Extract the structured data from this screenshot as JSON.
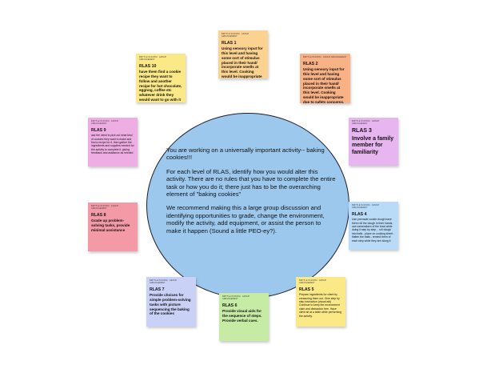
{
  "center": {
    "paragraphs": [
      "You are working on a universally important activity-- baking cookies!!!",
      "For each level of RLAS, identify how you would alter this activity. There are no rules that you have to complete the entire task or how you do it; there just has to be the overarching element of \"baking cookies\"",
      "We recommend making this a large group discussion and identifying opportunities to grade, change the environment, modify the activity, add equipment, or assist the person to make it happen (Sound a little PEO-ey?)."
    ]
  },
  "notes": [
    {
      "id": "rlas1",
      "author": "BRITTLE IN ROOM · GROUP ARRANGEMENT",
      "title": "RLAS 1",
      "body": "Using sensory input for this level and having some sort of stimulus placed in their hand/ incorporate smells at this level. Cooking would be inappropriate due to safety concerns.",
      "color": "#fbd28f"
    },
    {
      "id": "rlas2",
      "author": "BRITTLE IN ROOM · GROUP ARRANGEMENT",
      "title": "RLAS 2",
      "body": "Using sensory input for this level and having some sort of stimulus placed in their hand/ incorporate smells at this level. Cooking would be inappropriate due to safety concerns.",
      "color": "#f9b186"
    },
    {
      "id": "rlas3",
      "author": "BRITTLE IN ROOM · GROUP ARRANGEMENT",
      "title": "RLAS 3",
      "body": "Involve a family member for familiarity",
      "color": "#e7b5ef"
    },
    {
      "id": "rlas4",
      "author": "BRITTLE IN ROOM · GROUP ARRANGEMENT",
      "title": "RLAS 4",
      "body": "Use premade cookie dough have them roll the dough in their hands, use cameraform of the bowl while doing it step by step. - roll dough into balls - place on cooking sheet - flatten the balls - remind them of each step while they are doing it",
      "color": "#b9dbf7"
    },
    {
      "id": "rlas5",
      "author": "BRITTLE IN ROOM · GROUP ARRANGEMENT",
      "title": "RLAS 5",
      "body": "Prepare ingredients for client by measuring them out. Give step by step instruction (visual aid) Continue to keep the environment calm and distraction free. Have client sit at a table while performing the activity.",
      "color": "#fbe988"
    },
    {
      "id": "rlas6",
      "author": "BRITTLE IN ROOM · GROUP ARRANGEMENT",
      "title": "RLAS 6",
      "body": "Provide visual aids for the sequence of steps. Provide verbal cues.",
      "color": "#c6eba5"
    },
    {
      "id": "rlas7",
      "author": "BRITTLE IN ROOM · GROUP ARRANGEMENT",
      "title": "RLAS 7",
      "body": "Provide choices for simple problem-solving tasks with picture sequencing the baking of the cookies",
      "color": "#c9d1f7"
    },
    {
      "id": "rlas8",
      "author": "BRITTLE IN ROOM · GROUP ARRANGEMENT",
      "title": "RLAS 8",
      "body": "Grade up problem-solving tasks, provide minimal assistance",
      "color": "#f49aa6"
    },
    {
      "id": "rlas9",
      "author": "BRITTLE IN ROOM · GROUP ARRANGEMENT",
      "title": "RLAS 9",
      "body": "ask the client to pick out what kind of cookies they want to make and find a recipe for it, then gather the ingredients and supplies needed for the activity to complete it. giving feedback and assitance as needed",
      "color": "#efaee3"
    },
    {
      "id": "rlas10",
      "author": "BRITTLE IN ROOM · GROUP ARRANGEMENT",
      "title": "RLAS 10",
      "body": "have them find a cookie recipe they want to follow and another recipe for hot chocolate, eggnog, coffee etc whatever drink they would want to go with it",
      "color": "#fbe988"
    }
  ]
}
